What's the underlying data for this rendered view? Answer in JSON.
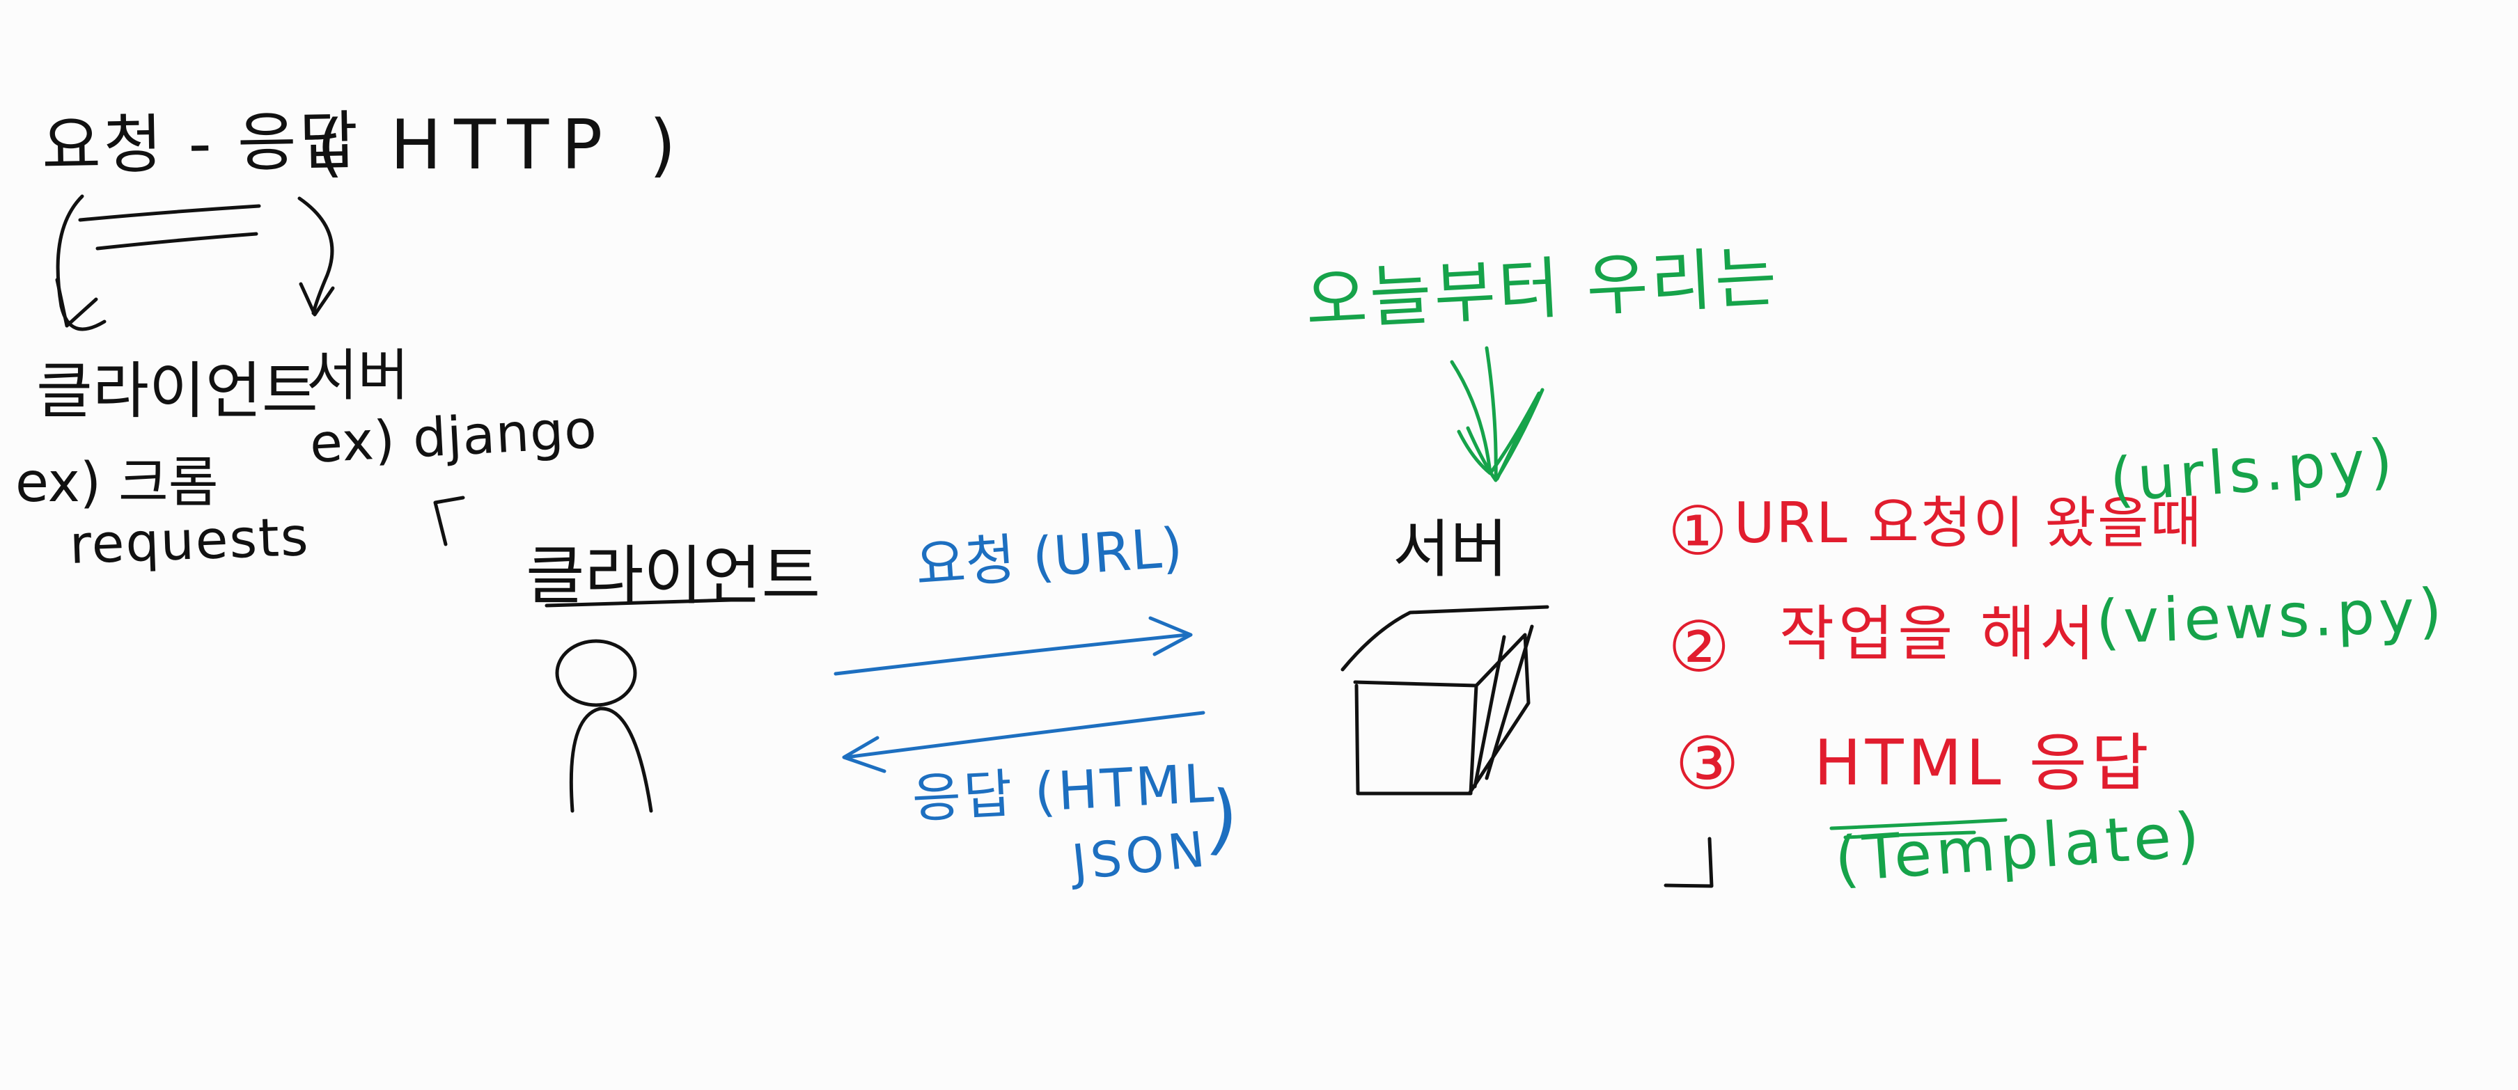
{
  "title": {
    "main": "요청 - 응답",
    "paren": "( HTTP )"
  },
  "roles": {
    "client_label": "클라이언트",
    "server_label": "서버",
    "client_example_1": "ex) 크롬",
    "client_example_2": "requests",
    "server_example": "ex) django"
  },
  "diagram": {
    "client_figure_label": "클라이언트",
    "request_label": "요청 (URL)",
    "response_label": "응답 (HTML",
    "response_label_2": "JSON",
    "response_label_close": ")",
    "server_label": "서버",
    "today_note": "오늘부터 우리는"
  },
  "steps": [
    {
      "num": "①",
      "text": "URL 요청이 왔을때",
      "file": "(urls.py)"
    },
    {
      "num": "②",
      "text": "작업을 해서",
      "file": "(views.py)"
    },
    {
      "num": "③",
      "text": "HTML 응답",
      "file": "(Template)"
    }
  ],
  "colors": {
    "ink_black": "#111111",
    "ink_green": "#16a34a",
    "ink_red": "#e11d2e",
    "ink_blue": "#1d6fc0",
    "background": "#fcfcfc"
  }
}
